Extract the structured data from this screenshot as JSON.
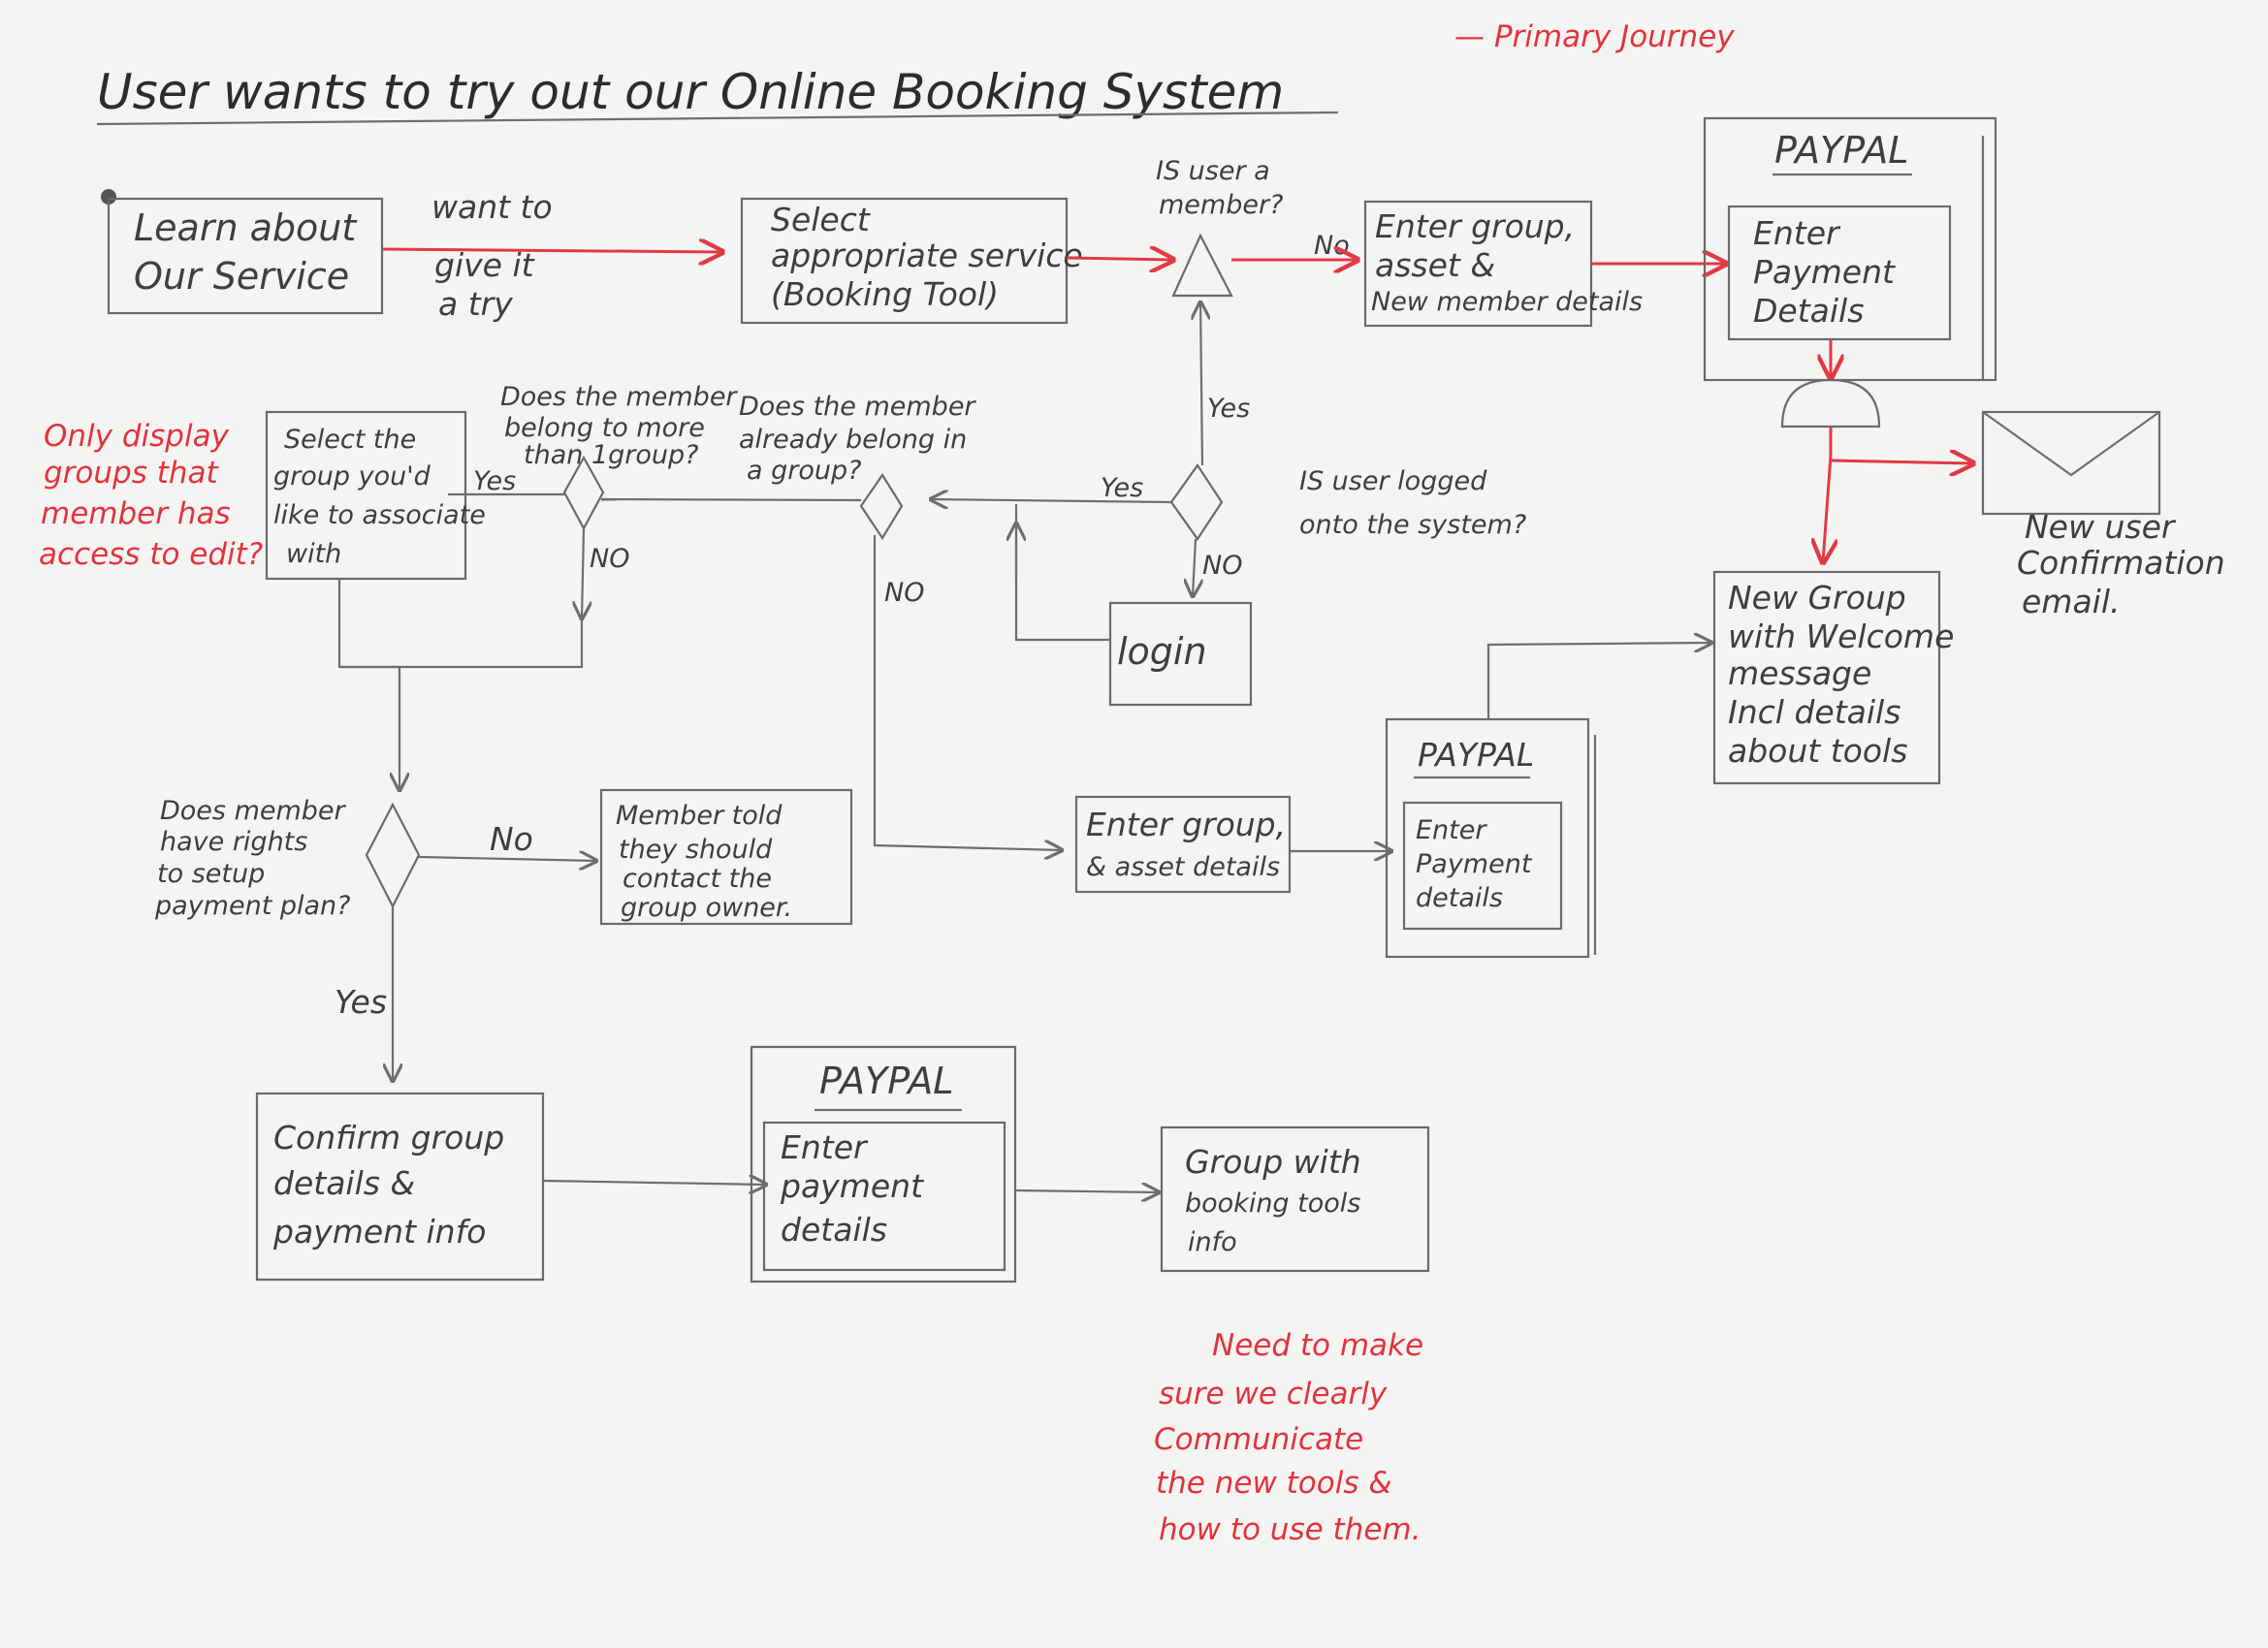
{
  "title": "User wants to try out our Online Booking System",
  "legend": "— Primary Journey",
  "colors": {
    "pencil": "#5a5a5a",
    "primary_journey": "#e3333d",
    "paper": "#f4f4f2"
  },
  "nodes": {
    "learn": [
      "Learn about",
      "Our Service"
    ],
    "select_service": [
      "Select",
      "appropriate service",
      "(Booking Tool)"
    ],
    "is_member_q": [
      "IS user a",
      "member?"
    ],
    "enter_new_member": [
      "Enter group,",
      "asset &",
      "New member details"
    ],
    "paypal_top_title": "PAYPAL",
    "paypal_top_box": [
      "Enter",
      "Payment",
      "Details"
    ],
    "new_user_email": [
      "New user",
      "Confirmation",
      "email."
    ],
    "new_group_welcome": [
      "New Group",
      "with Welcome",
      "message",
      "Incl details",
      "about tools"
    ],
    "logged_on_q": [
      "IS user logged",
      "onto the system?"
    ],
    "login": "login",
    "belong_group_q": [
      "Does the member",
      "already belong in",
      "a group?"
    ],
    "belong_more_q": [
      "Does the member",
      "belong to more",
      "than 1group?"
    ],
    "select_group": [
      "Select the",
      "group you'd",
      "like to associate",
      "with"
    ],
    "only_display_note": [
      "Only display",
      "groups that",
      "member has",
      "access to edit?"
    ],
    "rights_q": [
      "Does member",
      "have rights",
      "to setup",
      "payment plan?"
    ],
    "member_told": [
      "Member told",
      "they should",
      "contact the",
      "group owner."
    ],
    "enter_group_asset": [
      "Enter group,",
      "& asset details"
    ],
    "paypal_mid_title": "PAYPAL",
    "paypal_mid_box": [
      "Enter",
      "Payment",
      "details"
    ],
    "confirm_group": [
      "Confirm group",
      "details &",
      "payment info"
    ],
    "paypal_bottom_title": "PAYPAL",
    "paypal_bottom_box": [
      "Enter",
      "payment",
      "details"
    ],
    "group_booking": [
      "Group with",
      "booking tools",
      "info"
    ],
    "communicate_note": [
      "Need to make",
      "sure we clearly",
      "Communicate",
      "the new tools &",
      "how to use them."
    ]
  },
  "edge_labels": {
    "want_to": "want to",
    "give_it_a_try": [
      "give it",
      "a try"
    ],
    "no_member": "No",
    "yes_member": "Yes",
    "yes_logged": "Yes",
    "no_logged": "NO",
    "yes_more": "Yes",
    "no_more": "NO",
    "no_belong": "NO",
    "no_rights": "No",
    "yes_rights": "Yes"
  }
}
